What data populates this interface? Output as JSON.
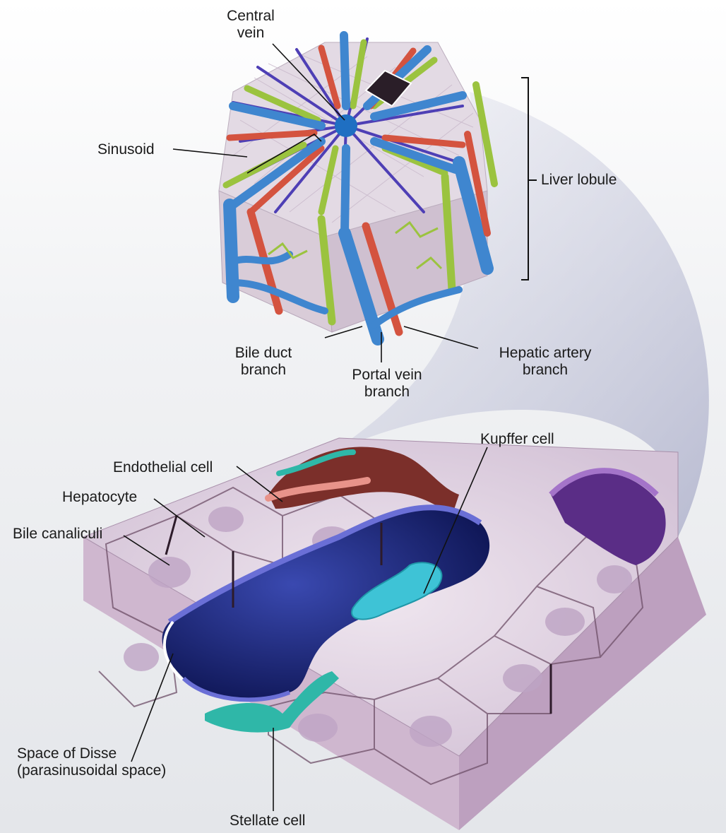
{
  "labels": {
    "central_vein": [
      "Central",
      "vein"
    ],
    "sinusoid": "Sinusoid",
    "liver_lobule": "Liver lobule",
    "bile_duct_branch": [
      "Bile duct",
      "branch"
    ],
    "portal_vein_branch": [
      "Portal vein",
      "branch"
    ],
    "hepatic_artery_branch": [
      "Hepatic artery",
      "branch"
    ],
    "kupffer_cell": "Kupffer cell",
    "endothelial_cell": "Endothelial cell",
    "hepatocyte": "Hepatocyte",
    "bile_canaliculi": "Bile canaliculi",
    "space_of_disse": [
      "Space of Disse",
      "(parasinusoidal space)"
    ],
    "stellate_cell": "Stellate cell"
  },
  "colors": {
    "portal_vein": "#3f86cf",
    "hepatic_artery": "#d4533f",
    "bile_duct": "#9bc33f",
    "hepatocyte": "#e6d9e6",
    "sinusoid_lumen": "#1d2a86",
    "kupffer": "#3ec3d6",
    "stellate": "#2fb7a8"
  }
}
